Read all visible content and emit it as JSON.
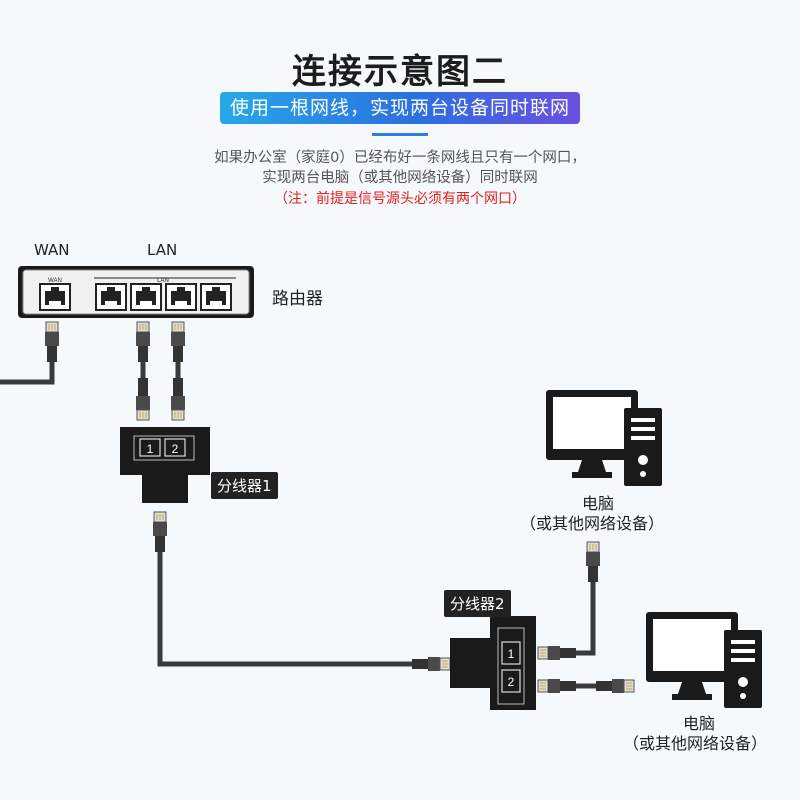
{
  "header": {
    "title": "连接示意图二",
    "subtitle": "使用一根网线，实现两台设备同时联网",
    "desc_line1": "如果办公室（家庭0）已经布好一条网线且只有一个网口，",
    "desc_line2": "实现两台电脑（或其他网络设备）同时联网",
    "note": "（注：前提是信号源头必须有两个网口）"
  },
  "router": {
    "wan_label": "WAN",
    "lan_label": "LAN",
    "wan_small": "WAN",
    "lan_small": "LAN",
    "name": "路由器"
  },
  "splitter1": {
    "name": "分线器1",
    "port1": "1",
    "port2": "2"
  },
  "splitter2": {
    "name": "分线器2",
    "port1": "1",
    "port2": "2"
  },
  "computer1": {
    "name": "电脑",
    "sub": "（或其他网络设备）"
  },
  "computer2": {
    "name": "电脑",
    "sub": "（或其他网络设备）"
  },
  "colors": {
    "banner_start": "#27a8e8",
    "banner_end": "#6a4fe0",
    "note": "#e22020",
    "device": "#1a1a1a"
  }
}
